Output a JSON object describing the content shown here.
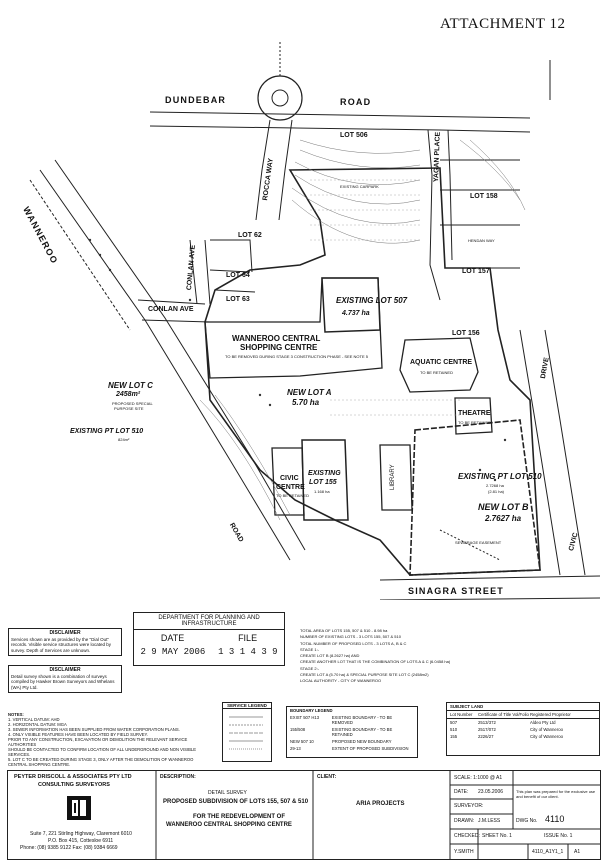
{
  "header": {
    "attachment": "ATTACHMENT 12"
  },
  "roads": {
    "dundebar_1": "DUNDEBAR",
    "dundebar_2": "ROAD",
    "wanneroo": "WANNEROO",
    "rocca_way": "ROCCA WAY",
    "yagan_place": "YAGAN PLACE",
    "conlan_ave_1": "CONLAN AVE",
    "conlan_ave_2": "CONLAN AVE",
    "drive": "DRIVE",
    "civic": "CIVIC",
    "sinagra_street": "SINAGRA STREET",
    "road": "ROAD",
    "hendan_way": "HENDAN WAY"
  },
  "lots": {
    "lot506": "LOT 506",
    "lot62": "LOT 62",
    "lot64": "LOT 64",
    "lot63": "LOT 63",
    "lot158": "LOT 158",
    "lot157": "LOT 157",
    "lot156": "LOT 156",
    "existing_lot507": "EXISTING LOT 507",
    "existing_lot507_area": "4.737 ha",
    "wcsc_1": "WANNEROO CENTRAL",
    "wcsc_2": "SHOPPING CENTRE",
    "wcsc_note": "TO BE REMOVED DURING STAGE 3 CONSTRUCTION PHASE - SEE NOTE 5",
    "new_lot_c": "NEW LOT C",
    "new_lot_c_area": "2458m²",
    "new_lot_c_note1": "PROPOSED SPECIAL",
    "new_lot_c_note2": "PURPOSE SITE",
    "new_lot_a": "NEW LOT A",
    "new_lot_a_area": "5.70 ha",
    "existing_pt_lot_510": "EXISTING PT LOT 510",
    "existing_pt_lot_510_area": "824m²",
    "aquatic_centre": "AQUATIC CENTRE",
    "aquatic_note": "TO BE RETAINED",
    "theatre": "THEATRE",
    "theatre_note": "TO BE RETAINED",
    "civic_centre_1": "CIVIC",
    "civic_centre_2": "CENTRE",
    "civic_note": "TO BE RETAINED",
    "existing_lot_155_1": "EXISTING",
    "existing_lot_155_2": "LOT 155",
    "existing_lot_155_area": "1.168 ha",
    "library": "LIBRARY",
    "existing_pt_lot_510_e": "EXISTING PT LOT 510",
    "existing_pt_lot_510_e_area1": "2.7268 ha",
    "existing_pt_lot_510_e_area2": "(2.81 ha)",
    "new_lot_b": "NEW LOT B",
    "new_lot_b_area": "2.7627 ha",
    "sewerage_easement": "SEWERAGE EASEMENT",
    "existing_carpark": "EXISTING CARPARK"
  },
  "stamp": {
    "title": "DEPARTMENT FOR PLANNING AND INFRASTRUCTURE",
    "date_label": "DATE",
    "file_label": "FILE",
    "date_value": "2 9 MAY 2006",
    "file_value": "1 3 1 4 3 9"
  },
  "disclaimers": [
    {
      "title": "DISCLAIMER",
      "text": "Services shown are as provided by the \"Dial Out\" records. Visible service structures were located by survey. Depth of Services are unknown."
    },
    {
      "title": "DISCLAIMER",
      "text": "Detail survey shown is a combination of surveys compiled by Hawker Brown Surveyors and Whelans (WA) Pty Ltd."
    }
  ],
  "notes": {
    "title": "NOTES:",
    "lines": [
      "1. VERTICAL DATUM: AHD",
      "2. HORIZONTAL DATUM: MGA",
      "3. SEWER INFORMATION HAS BEEN SUPPLIED FROM WATER CORPORATION PLANS.",
      "4. ONLY VISIBLE FEATURES HAVE BEEN LOCATED BY FIELD SURVEY.",
      "   PRIOR TO ANY CONSTRUCTION, EXCAVATION OR DEMOLITION THE RELEVANT SERVICE AUTHORITIES",
      "   SHOULD BE CONTACTED TO CONFIRM LOCATION OF ALL UNDERGROUND AND NON VISIBLE SERVICES.",
      "5. LOT C TO BE CREATED DURING STAGE 3, ONLY AFTER THE DEMOLITION OF WANNEROO CENTRAL SHOPPING CENTRE."
    ]
  },
  "summary": {
    "lines": [
      "TOTAL AREA OF LOTS 155, 507 & 510 - 8.98 ha",
      "NUMBER OF EXISTING LOTS - 3 LOTS 155, 507 & 510",
      "TOTAL NUMBER OF PROPOSED LOTS - 3 LOTS A, B & C",
      "STAGE 1:-",
      "CREATE LOT B (8.2627 ha) AND",
      "CREATE ANOTHER LOT THAT IS THE COMBINATION OF LOTS A & C (6.0458 ha)",
      "STAGE 2:-",
      "CREATE LOT A (5.70 ha) & SPECIAL PURPOSE SITE LOT C (2458m2)",
      "LOCAL AUTHORITY - CITY OF WANNEROO"
    ]
  },
  "service_legend": {
    "title": "SERVICE LEGEND"
  },
  "boundary_legend": {
    "title": "BOUNDARY LEGEND",
    "items": [
      {
        "code": "EXIST 507 H13",
        "text": "EXISTING BOUNDARY - TO BE REMOVED"
      },
      {
        "code": "155/508",
        "text": "EXISTING BOUNDARY - TO BE RETAINED"
      },
      {
        "code": "NEW 507 10",
        "text": "PROPOSED NEW BOUNDARY"
      },
      {
        "code": "29-13",
        "text": "EXTENT OF PROPOSED SUBDIVISION"
      }
    ]
  },
  "subject_land": {
    "title": "SUBJECT LAND",
    "headers": [
      "Lot Number",
      "Certificate of Title Vol/Folio",
      "Registered Proprietor"
    ],
    "rows": [
      [
        "507",
        "2513/372",
        "Aldeo Pty Ltd"
      ],
      [
        "510",
        "2517/072",
        "City of Wanneroo"
      ],
      [
        "155",
        "2226/27",
        "City of Wanneroo"
      ]
    ]
  },
  "title_block": {
    "firm": "PEYTER DRISCOLL & ASSOCIATES PTY LTD",
    "firm_sub": "CONSULTING SURVEYORS",
    "firm_addr1": "Suite 7, 221 Stirling Highway, Claremont 6010",
    "firm_addr2": "P.O. Box 415, Cottesloe 6911",
    "firm_phone": "Phone: (08) 9385 9122    Fax: (08) 9384 6669",
    "description_label": "DESCRIPTION:",
    "desc_1": "DETAIL SURVEY",
    "desc_2": "PROPOSED SUBDIVISION OF LOTS 155, 507 & 510",
    "desc_3": "FOR THE REDEVELOPMENT OF",
    "desc_4": "WANNEROO CENTRAL SHOPPING CENTRE",
    "client_label": "CLIENT:",
    "client": "ARIA PROJECTS",
    "scale_label": "SCALE: 1:1000 @ A1",
    "date_label": "DATE:",
    "date": "23.05.2006",
    "surveyor_label": "SURVEYOR:",
    "drawn_label": "DRAWN:",
    "drawn": "J.M.LESS",
    "checked_label": "CHECKED:",
    "checked": "Y.SMITH",
    "dwg_label": "DWG No.",
    "dwg": "4110",
    "sheet": "SHEET No. 1",
    "issue": "ISSUE No. 1",
    "cad": "4110_A1Y1_1",
    "size": "A1",
    "plan_note": "This plan was prepared for the exclusive use and benefit of our client."
  }
}
